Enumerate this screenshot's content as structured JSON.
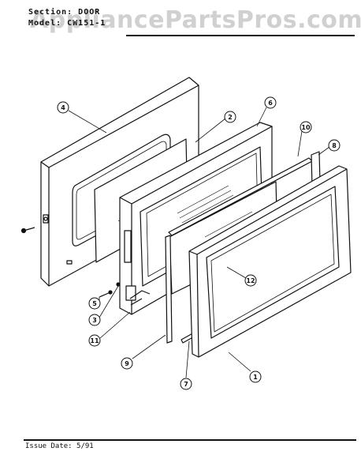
{
  "header": {
    "section_text": "Section: DOOR",
    "model_text": "Model: CW151-1"
  },
  "watermark": "AppliancePartsPros.com",
  "footer": {
    "issue_text": "Issue Date: 5/91"
  },
  "callouts": [
    "1",
    "2",
    "3",
    "4",
    "5",
    "6",
    "7",
    "8",
    "9",
    "10",
    "11",
    "12"
  ]
}
